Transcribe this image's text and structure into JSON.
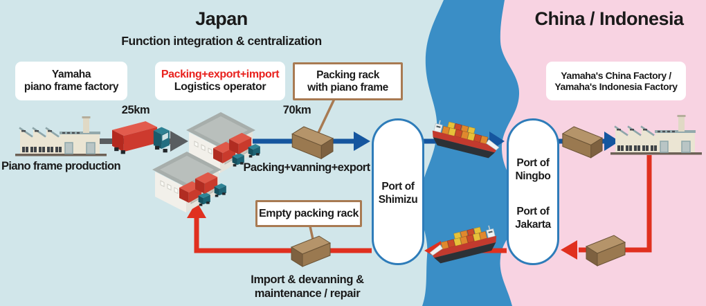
{
  "regions": {
    "japan": {
      "title": "Japan",
      "subtitle": "Function integration & centralization"
    },
    "china": {
      "title": "China / Indonesia"
    }
  },
  "boxes": {
    "yamaha_factory": {
      "line1": "Yamaha",
      "line2": "piano frame factory"
    },
    "logistics_operator": {
      "line1": "Packing+export+import",
      "line2": "Logistics operator"
    },
    "packing_rack": {
      "line1": "Packing rack",
      "line2": "with piano frame"
    },
    "china_factory": {
      "line1": "Yamaha's China Factory /",
      "line2": "Yamaha's Indonesia Factory"
    },
    "empty_rack": {
      "label": "Empty packing rack"
    }
  },
  "captions": {
    "piano_frame_production": "Piano frame production",
    "packing_vanning_export": "Packing+vanning+export",
    "import_devanning_line1": "Import & devanning &",
    "import_devanning_line2": "maintenance / repair",
    "distance_factory_to_operator": "25km",
    "distance_operator_to_port": "70km"
  },
  "ports": {
    "shimizu": {
      "line1": "Port of",
      "line2": "Shimizu"
    },
    "ningbo": {
      "line1": "Port of",
      "line2": "Ningbo"
    },
    "jakarta": {
      "line1": "Port of",
      "line2": "Jakarta"
    }
  },
  "colors": {
    "japan_bg": "#d1e6ea",
    "sea_strait": "#3a8ec6",
    "china_bg": "#f8d3e2",
    "outbound_arrow_blue": "#15569f",
    "return_arrow_red": "#e0301f",
    "land_transport_gray": "#595d60",
    "callout_border_brown": "#a87a52",
    "logistics_highlight_red": "#e8211d",
    "port_border_blue": "#2e7cb9",
    "rack_brown": "#9a7950"
  }
}
